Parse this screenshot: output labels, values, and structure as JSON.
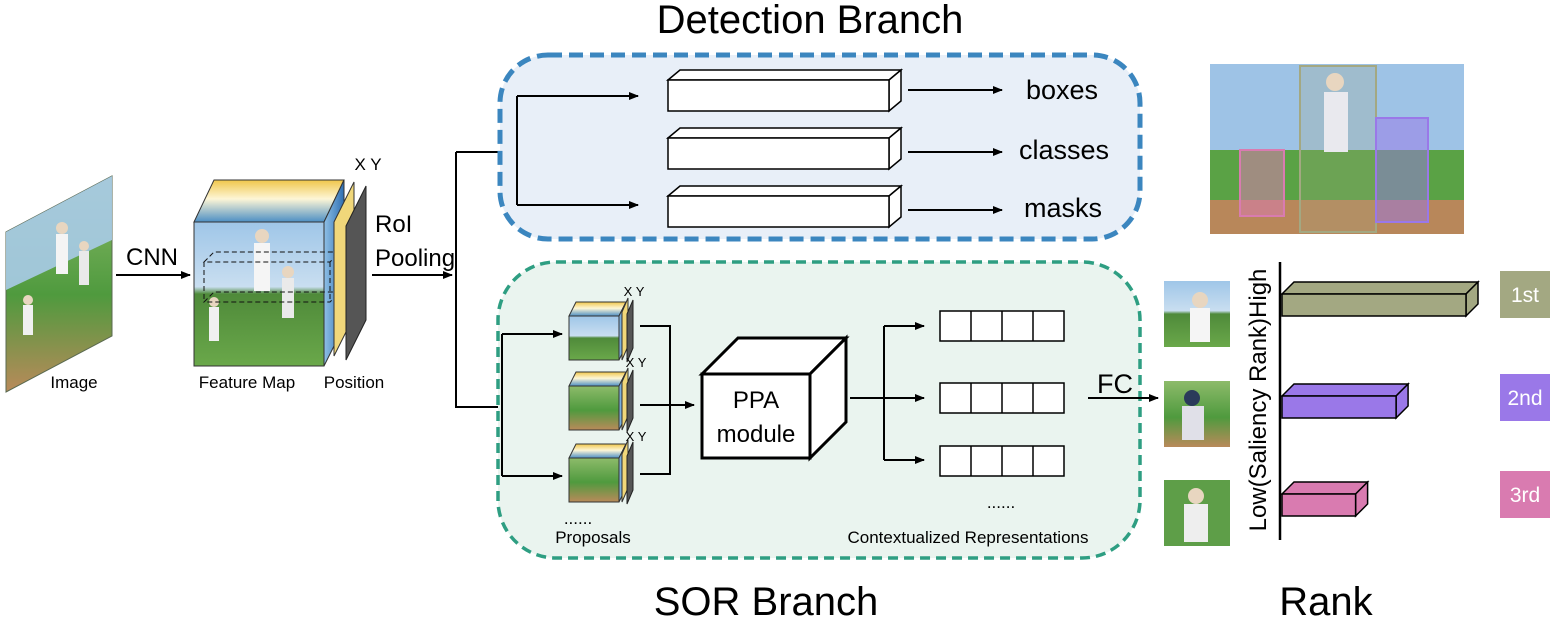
{
  "titles": {
    "detection": "Detection Branch",
    "sor": "SOR Branch",
    "rank": "Rank"
  },
  "labels": {
    "image": "Image",
    "cnn": "CNN",
    "feature_map": "Feature Map",
    "position": "Position",
    "xy": "X Y",
    "roi_line1": "RoI",
    "roi_line2": "Pooling",
    "boxes": "boxes",
    "classes": "classes",
    "masks": "masks",
    "ppa_line1": "PPA",
    "ppa_line2": "module",
    "proposals": "Proposals",
    "proposals_dots": "......",
    "contextualized": "Contextualized Representations",
    "ctx_dots": "......",
    "fc": "FC",
    "rank_axis": "Low(Saliency Rank)High"
  },
  "rank_items": [
    {
      "label": "1st",
      "value": 1.0,
      "color": "#a3a882"
    },
    {
      "label": "2nd",
      "value": 0.62,
      "color": "#9a78e8"
    },
    {
      "label": "3rd",
      "value": 0.4,
      "color": "#d97bb0"
    }
  ],
  "colors": {
    "detection_border": "#3b86bf",
    "detection_fill": "#e8eff8",
    "sor_border": "#2e9e82",
    "sor_fill": "#eaf4ef"
  }
}
